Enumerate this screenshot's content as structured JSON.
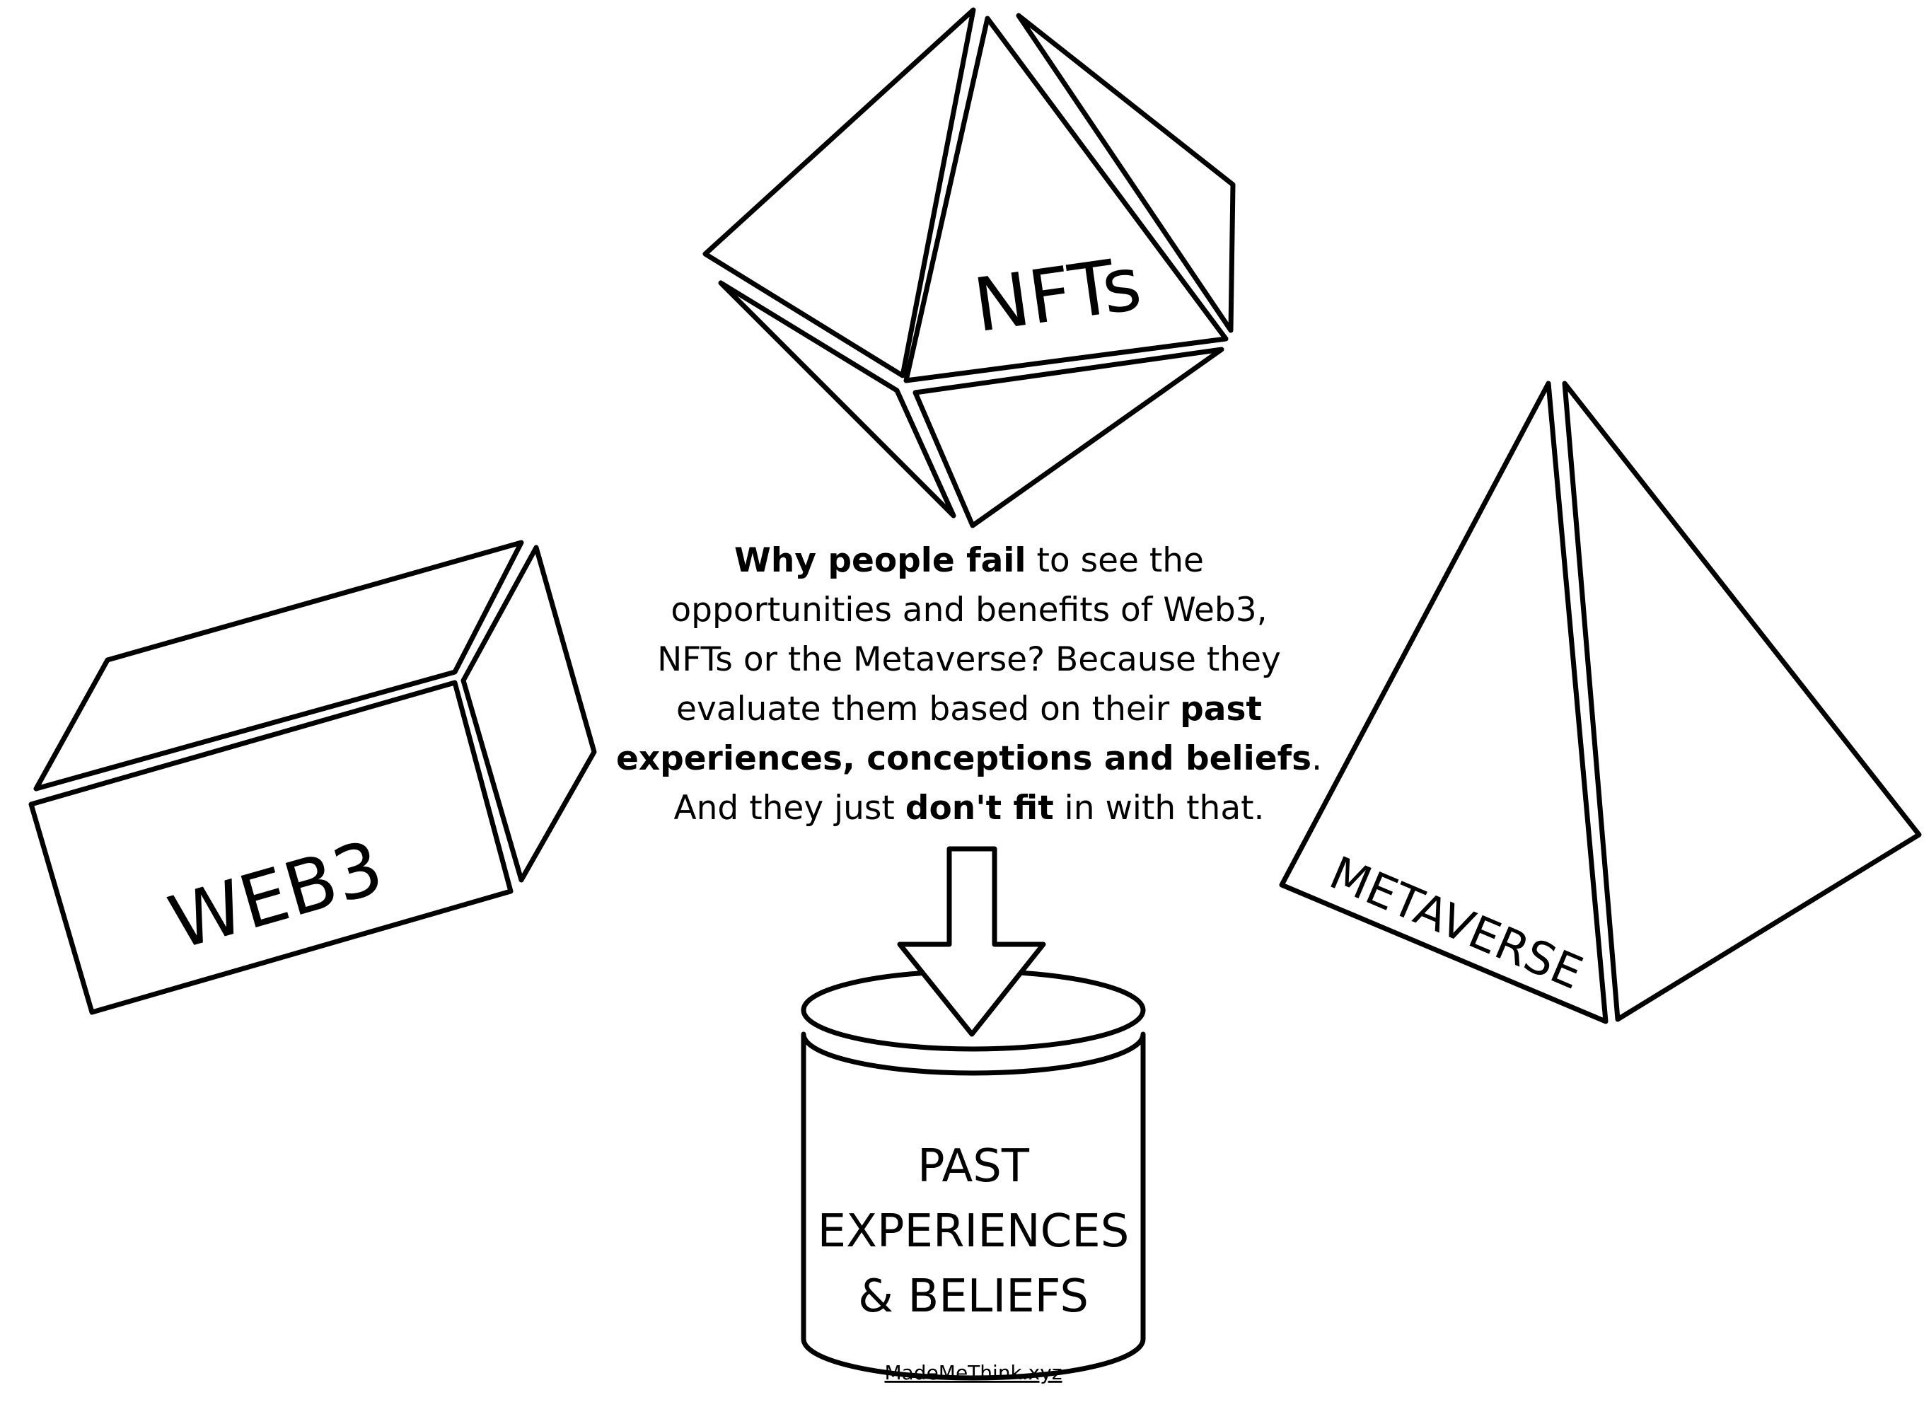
{
  "shapes": {
    "nfts": {
      "label": "NFTs"
    },
    "web3": {
      "label": "WEB3"
    },
    "metaverse": {
      "label": "METAVERSE"
    },
    "cylinder": {
      "label_lines": [
        "PAST",
        "EXPERIENCES",
        "& BELIEFS"
      ],
      "watermark": "MadeMeThink.xyz"
    }
  },
  "caption": {
    "lines": [
      [
        {
          "text": "Why people fail",
          "bold": true
        },
        {
          "text": " to see the",
          "bold": false
        }
      ],
      [
        {
          "text": "opportunities and benefits of Web3,",
          "bold": false
        }
      ],
      [
        {
          "text": "NFTs or the Metaverse? Because they",
          "bold": false
        }
      ],
      [
        {
          "text": "evaluate them based on their ",
          "bold": false
        },
        {
          "text": "past",
          "bold": true
        }
      ],
      [
        {
          "text": "experiences, conceptions and beliefs",
          "bold": true
        },
        {
          "text": ".",
          "bold": false
        }
      ],
      [
        {
          "text": "And they just ",
          "bold": false
        },
        {
          "text": "don't fit",
          "bold": true
        },
        {
          "text": " in with that.",
          "bold": false
        }
      ]
    ]
  },
  "colors": {
    "stroke": "#000000",
    "background": "#ffffff"
  }
}
